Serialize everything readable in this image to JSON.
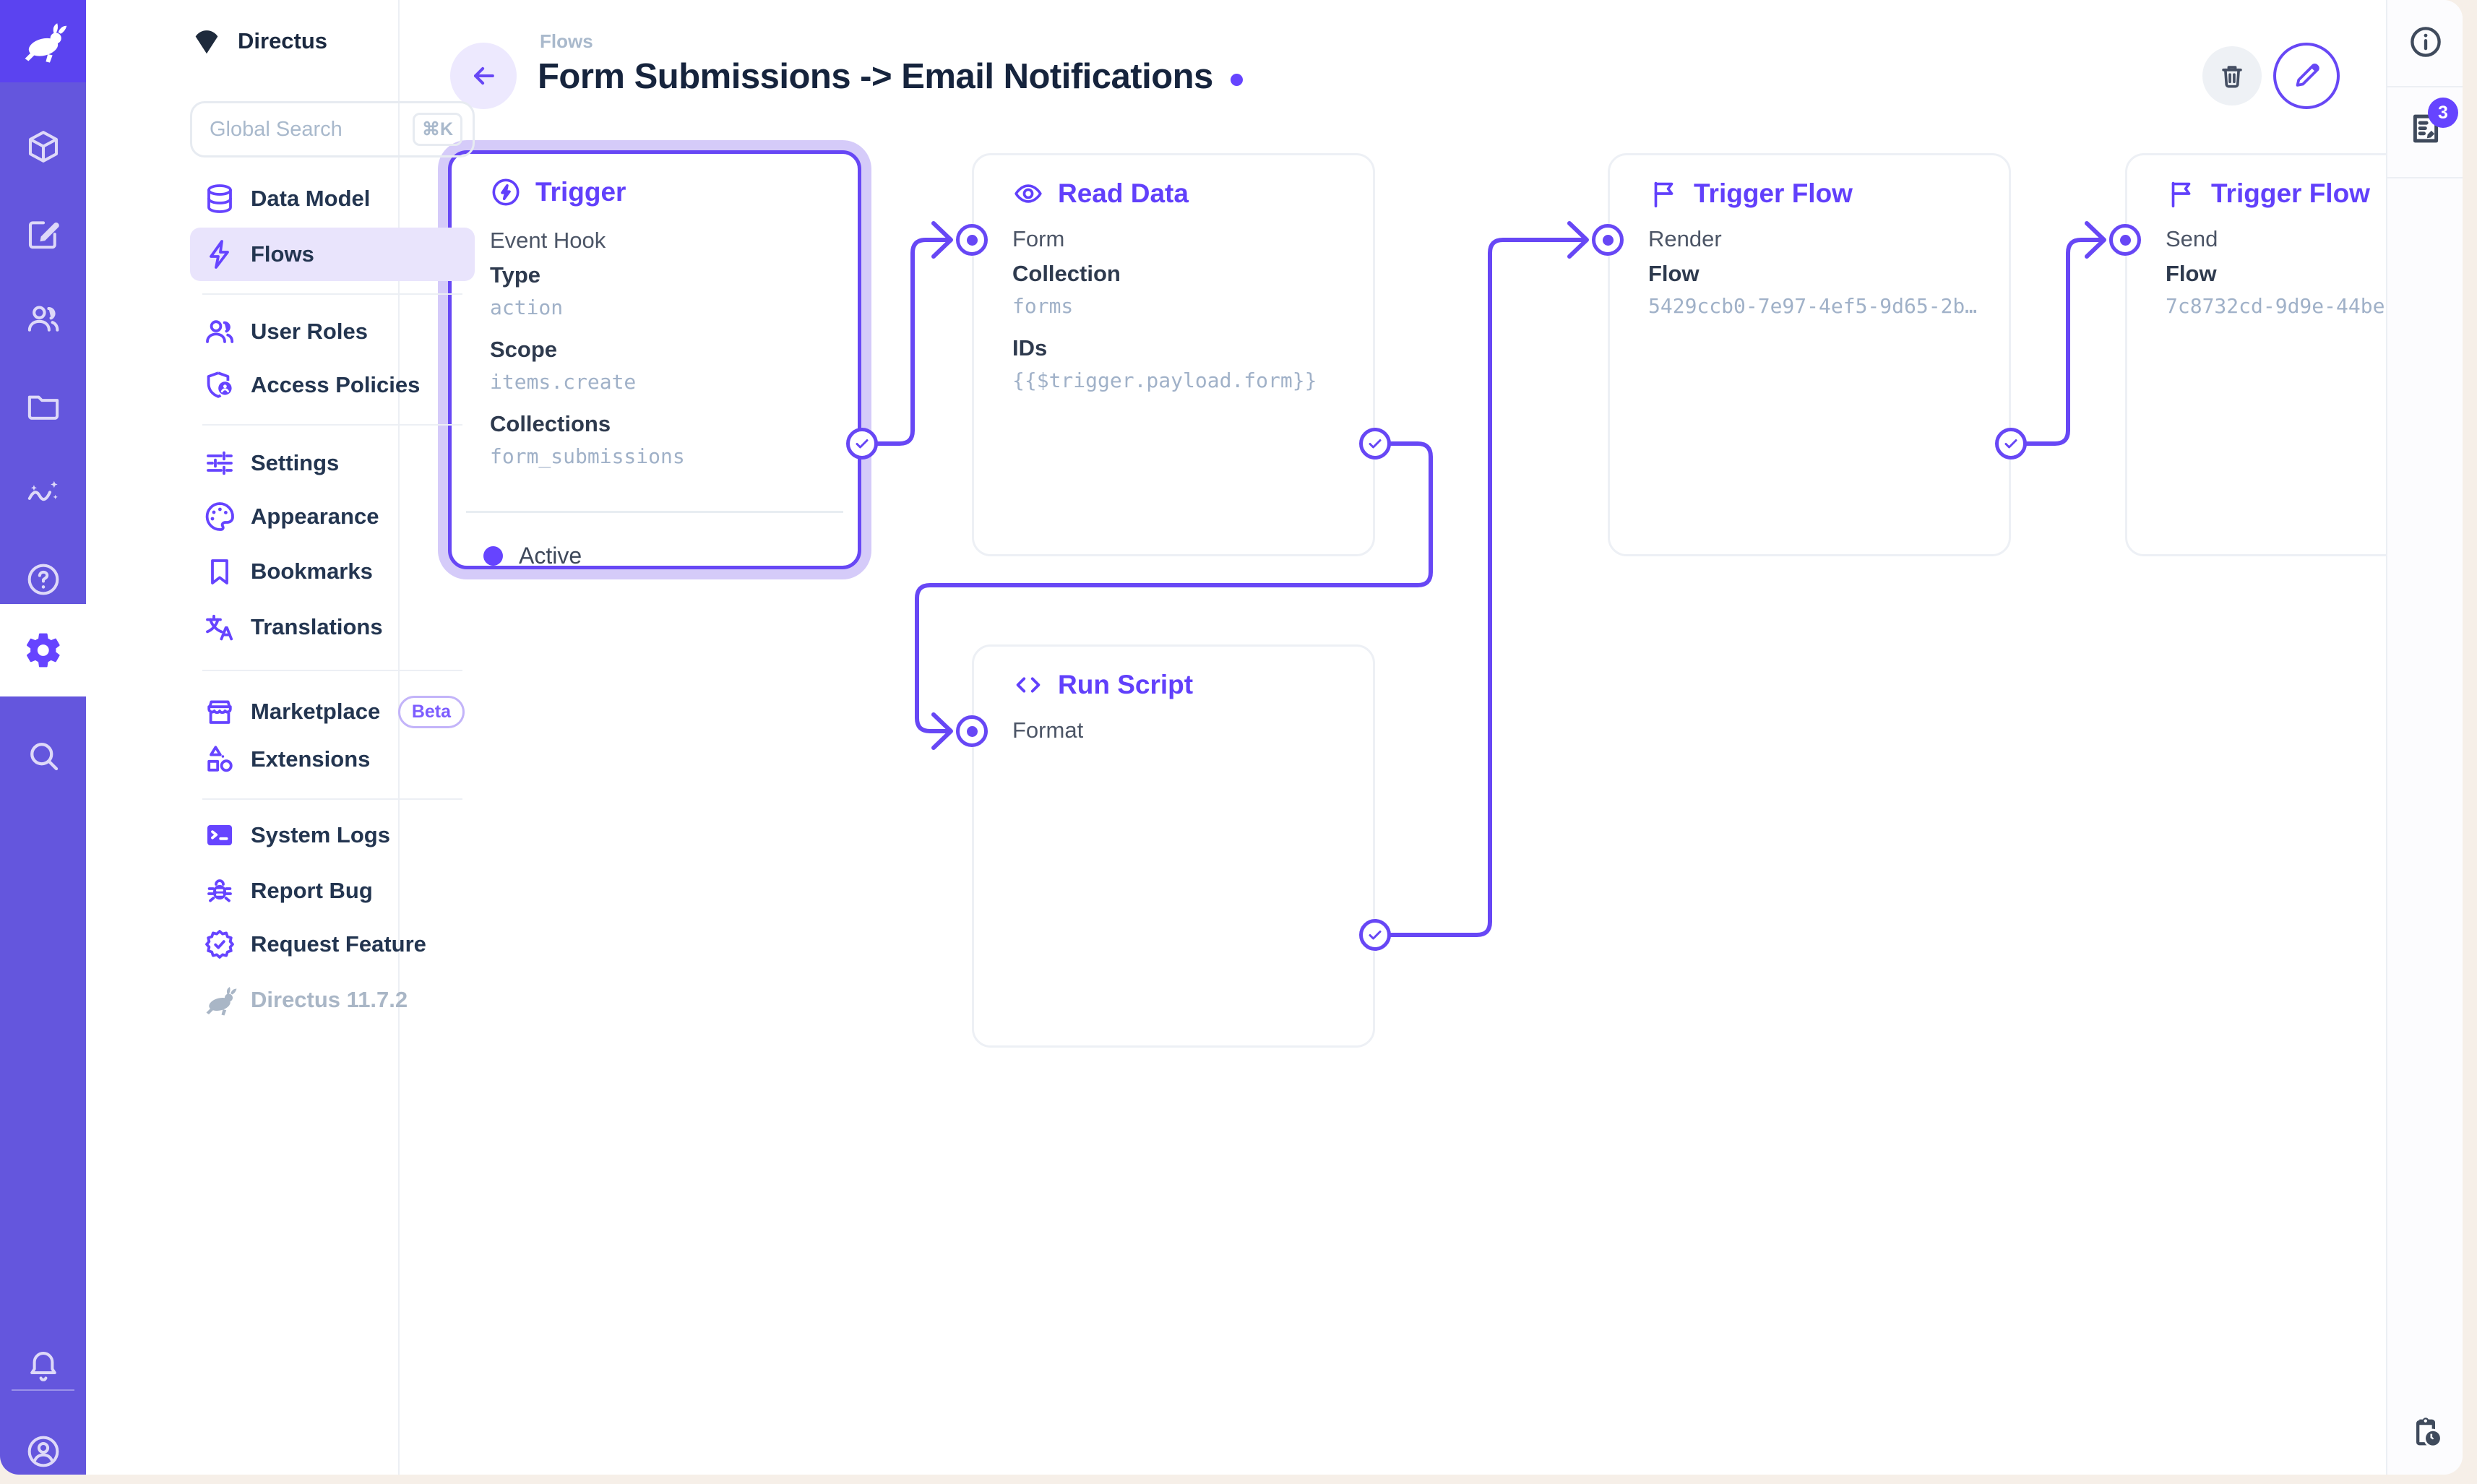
{
  "brand": {
    "name": "Directus",
    "accent": "#6644FF"
  },
  "sidebar": {
    "project_name": "Directus",
    "search": {
      "placeholder": "Global Search",
      "shortcut": "⌘K"
    },
    "sections": [
      {
        "items": [
          {
            "label": "Data Model"
          },
          {
            "label": "Flows",
            "active": true
          }
        ]
      },
      {
        "items": [
          {
            "label": "User Roles"
          },
          {
            "label": "Access Policies"
          }
        ]
      },
      {
        "items": [
          {
            "label": "Settings"
          },
          {
            "label": "Appearance"
          },
          {
            "label": "Bookmarks"
          },
          {
            "label": "Translations"
          }
        ]
      },
      {
        "items": [
          {
            "label": "Marketplace",
            "badge": "Beta"
          },
          {
            "label": "Extensions"
          }
        ]
      },
      {
        "items": [
          {
            "label": "System Logs"
          },
          {
            "label": "Report Bug"
          },
          {
            "label": "Request Feature"
          }
        ]
      }
    ],
    "version": "Directus 11.7.2"
  },
  "header": {
    "breadcrumb": "Flows",
    "title": "Form Submissions -> Email Notifications"
  },
  "flow": {
    "nodes": {
      "trigger": {
        "title": "Trigger",
        "subtitle": "Event Hook",
        "fields": [
          {
            "label": "Type",
            "value": "action"
          },
          {
            "label": "Scope",
            "value": "items.create"
          },
          {
            "label": "Collections",
            "value": "form_submissions"
          }
        ],
        "status": "Active"
      },
      "read_data": {
        "title": "Read Data",
        "port": "Form",
        "fields": [
          {
            "label": "Collection",
            "value": "forms"
          },
          {
            "label": "IDs",
            "value": "{{$trigger.payload.form}}"
          }
        ]
      },
      "run_script": {
        "title": "Run Script",
        "port": "Format"
      },
      "trigger_flow_render": {
        "title": "Trigger Flow",
        "port": "Render",
        "fields": [
          {
            "label": "Flow",
            "value": "5429ccb0-7e97-4ef5-9d65-2b…"
          }
        ]
      },
      "trigger_flow_send": {
        "title": "Trigger Flow",
        "port": "Send",
        "fields": [
          {
            "label": "Flow",
            "value": "7c8732cd-9d9e-44be"
          }
        ]
      }
    }
  },
  "right_sidebar": {
    "notifications_count": "3"
  }
}
